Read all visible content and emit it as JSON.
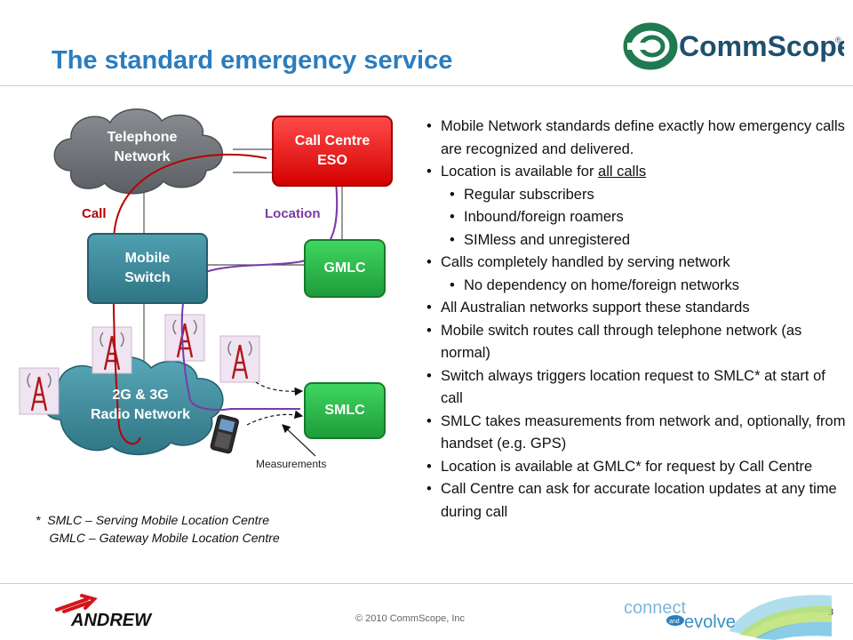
{
  "slide": {
    "title": "The standard emergency service",
    "page_number": "3",
    "copyright": "© 2010 CommScope, Inc"
  },
  "logos": {
    "commscope": "CommScope",
    "andrew": "ANDREW",
    "connect": "connect",
    "and": "and",
    "evolve": "evolve"
  },
  "diagram": {
    "telephone_network": [
      "Telephone",
      "Network"
    ],
    "call_centre": [
      "Call Centre",
      "ESO"
    ],
    "mobile_switch": [
      "Mobile",
      "Switch"
    ],
    "gmlc": "GMLC",
    "smlc": "SMLC",
    "radio_network": [
      "2G & 3G",
      "Radio Network"
    ],
    "call_label": "Call",
    "location_label": "Location",
    "measurements_label": "Measurements"
  },
  "footnote": [
    "*  SMLC – Serving Mobile Location Centre",
    "    GMLC – Gateway Mobile Location Centre"
  ],
  "bullets": [
    {
      "level": 1,
      "text": "Mobile Network standards define exactly how emergency calls are recognized and delivered."
    },
    {
      "level": 1,
      "text_before": "Location is available for ",
      "text_underlined": "all calls"
    },
    {
      "level": 2,
      "text": "Regular subscribers"
    },
    {
      "level": 2,
      "text": "Inbound/foreign roamers"
    },
    {
      "level": 2,
      "text": "SIMless and unregistered"
    },
    {
      "level": 1,
      "text": "Calls completely handled by serving network"
    },
    {
      "level": 2,
      "text": "No dependency on home/foreign networks"
    },
    {
      "level": 1,
      "text": "All Australian networks support these standards"
    },
    {
      "level": 1,
      "text": "Mobile switch routes call through telephone network (as normal)"
    },
    {
      "level": 1,
      "text": "Switch always triggers location request to SMLC* at start of call"
    },
    {
      "level": 1,
      "text": "SMLC takes measurements from network and, optionally, from handset (e.g. GPS)"
    },
    {
      "level": 1,
      "text": "Location is available at GMLC* for request by Call Centre"
    },
    {
      "level": 1,
      "text": "Call Centre can ask for accurate location updates at any time during call"
    }
  ],
  "colors": {
    "title": "#2a7dbf",
    "call_path": "#b80000",
    "location_path": "#7a3aa8",
    "commscope_green": "#1f7a4f"
  }
}
